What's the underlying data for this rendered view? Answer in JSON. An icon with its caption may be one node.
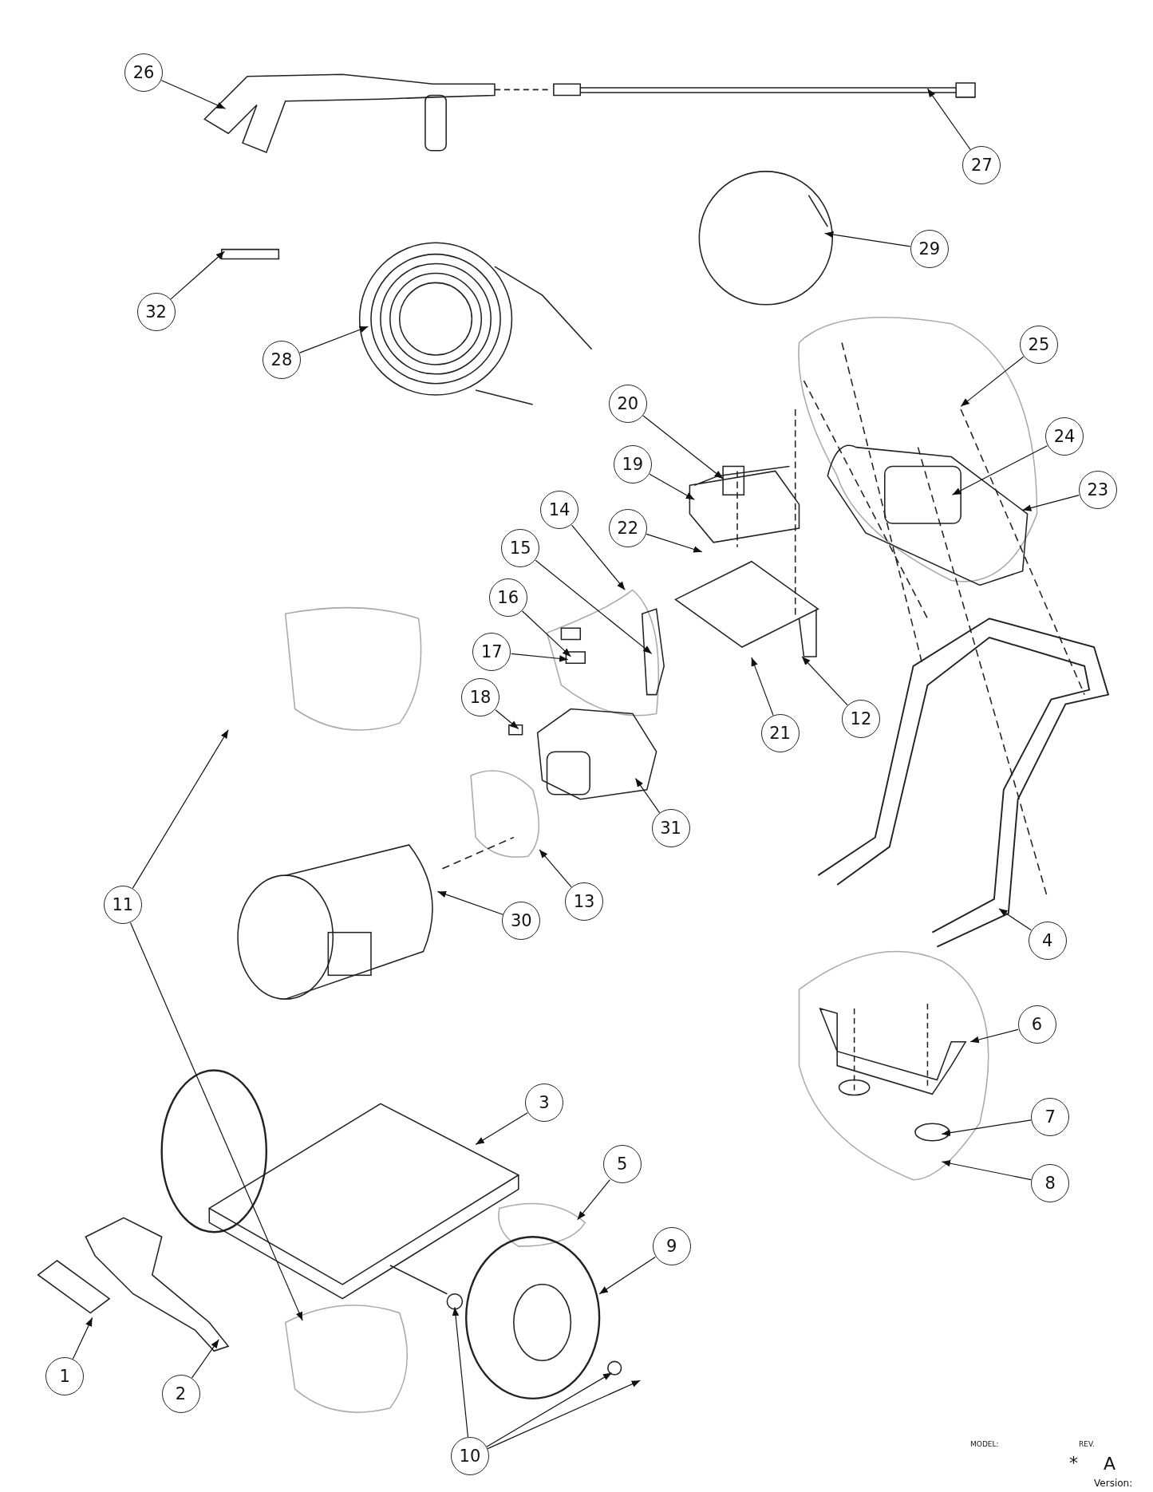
{
  "diagram": {
    "nodes": [
      {
        "text": [
          "26"
        ]
      },
      {
        "text": [
          "27"
        ]
      },
      {
        "text": [
          "29"
        ]
      },
      {
        "text": [
          "32"
        ]
      },
      {
        "text": [
          "28"
        ]
      },
      {
        "text": [
          "25"
        ]
      },
      {
        "text": [
          "20"
        ]
      },
      {
        "text": [
          "24"
        ]
      },
      {
        "text": [
          "19"
        ]
      },
      {
        "text": [
          "23"
        ]
      },
      {
        "text": [
          "14"
        ]
      },
      {
        "text": [
          "22"
        ]
      },
      {
        "text": [
          "15"
        ]
      },
      {
        "text": [
          "16"
        ]
      },
      {
        "text": [
          "17"
        ]
      },
      {
        "text": [
          "18"
        ]
      },
      {
        "text": [
          "12"
        ]
      },
      {
        "text": [
          "21"
        ]
      },
      {
        "text": [
          "31"
        ]
      },
      {
        "text": [
          "11"
        ]
      },
      {
        "text": [
          "13"
        ]
      },
      {
        "text": [
          "30"
        ]
      },
      {
        "text": [
          "4"
        ]
      },
      {
        "text": [
          "6"
        ]
      },
      {
        "text": [
          "3"
        ]
      },
      {
        "text": [
          "7"
        ]
      },
      {
        "text": [
          "5"
        ]
      },
      {
        "text": [
          "8"
        ]
      },
      {
        "text": [
          "9"
        ]
      },
      {
        "text": [
          "1"
        ]
      },
      {
        "text": [
          "2"
        ]
      },
      {
        "text": [
          "10"
        ]
      }
    ],
    "edges": [
      {
        "from": 0,
        "to": null,
        "arrow": "to"
      },
      {
        "from": 1,
        "to": null,
        "arrow": "to"
      },
      {
        "from": 2,
        "to": null,
        "arrow": "to"
      },
      {
        "from": 3,
        "to": null,
        "arrow": "to"
      },
      {
        "from": 4,
        "to": null,
        "arrow": "to"
      },
      {
        "from": 5,
        "to": null,
        "arrow": "to"
      },
      {
        "from": 6,
        "to": null,
        "arrow": "to"
      },
      {
        "from": 7,
        "to": null,
        "arrow": "to"
      },
      {
        "from": 8,
        "to": null,
        "arrow": "to"
      },
      {
        "from": 9,
        "to": null,
        "arrow": "to"
      },
      {
        "from": 10,
        "to": null,
        "arrow": "to"
      },
      {
        "from": 11,
        "to": null,
        "arrow": "to"
      },
      {
        "from": 12,
        "to": null,
        "arrow": "to"
      },
      {
        "from": 13,
        "to": null,
        "arrow": "to"
      },
      {
        "from": 14,
        "to": null,
        "arrow": "to"
      },
      {
        "from": 15,
        "to": null,
        "arrow": "to"
      },
      {
        "from": 16,
        "to": null,
        "arrow": "to"
      },
      {
        "from": 17,
        "to": null,
        "arrow": "to"
      },
      {
        "from": 18,
        "to": null,
        "arrow": "to"
      },
      {
        "from": 19,
        "to": null,
        "arrow": "to"
      },
      {
        "from": 19,
        "to": null,
        "arrow": "to"
      },
      {
        "from": 20,
        "to": null,
        "arrow": "to"
      },
      {
        "from": 21,
        "to": null,
        "arrow": "to"
      },
      {
        "from": 22,
        "to": null,
        "arrow": "to"
      },
      {
        "from": 23,
        "to": null,
        "arrow": "to"
      },
      {
        "from": 24,
        "to": null,
        "arrow": "to"
      },
      {
        "from": 25,
        "to": null,
        "arrow": "to"
      },
      {
        "from": 26,
        "to": null,
        "arrow": "to"
      },
      {
        "from": 27,
        "to": null,
        "arrow": "to"
      },
      {
        "from": 28,
        "to": null,
        "arrow": "to"
      },
      {
        "from": 29,
        "to": null,
        "arrow": "to"
      },
      {
        "from": 30,
        "to": null,
        "arrow": "to"
      },
      {
        "from": 31,
        "to": null,
        "arrow": "to"
      },
      {
        "from": 31,
        "to": null,
        "arrow": "to"
      },
      {
        "from": 31,
        "to": null,
        "arrow": "to"
      }
    ],
    "labels": [
      "MODEL:",
      "*",
      "REV.",
      "A",
      "Version:"
    ]
  }
}
